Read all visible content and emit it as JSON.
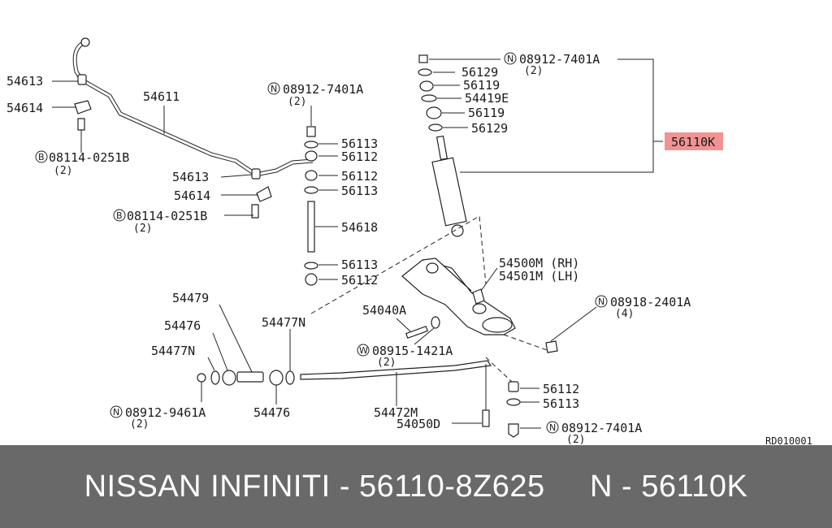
{
  "diagram": {
    "labels": {
      "l_54613_a": "54613",
      "l_54614_a": "54614",
      "l_08114_a": "08114-0251B",
      "l_08114_a_qty": "(2)",
      "l_54611": "54611",
      "l_54613_b": "54613",
      "l_54614_b": "54614",
      "l_08114_b": "08114-0251B",
      "l_08114_b_qty": "(2)",
      "l_08912_a": "08912-7401A",
      "l_08912_a_qty": "(2)",
      "l_56113_a": "56113",
      "l_56112_a": "56112",
      "l_56112_b": "56112",
      "l_56113_b": "56113",
      "l_54618": "54618",
      "l_56113_c": "56113",
      "l_56112_c": "56112",
      "l_08912_b": "08912-7401A",
      "l_08912_b_qty": "(2)",
      "l_56129_a": "56129",
      "l_56119_a": "56119",
      "l_54419e": "54419E",
      "l_56119_b": "56119",
      "l_56129_b": "56129",
      "l_56110k": "56110K",
      "l_54500m": "54500M (RH)",
      "l_54501m": "54501M (LH)",
      "l_08918": "08918-2401A",
      "l_08918_qty": "(4)",
      "l_54040a": "54040A",
      "l_08915": "08915-1421A",
      "l_08915_qty": "(2)",
      "l_54479": "54479",
      "l_54476_a": "54476",
      "l_54477n_a": "54477N",
      "l_54477n_b": "54477N",
      "l_08912_c": "08912-9461A",
      "l_08912_c_qty": "(2)",
      "l_54476_b": "54476",
      "l_54472m": "54472M",
      "l_54050d": "54050D",
      "l_56112_d": "56112",
      "l_56113_d": "56113",
      "l_08912_d": "08912-7401A",
      "l_08912_d_qty": "(2)",
      "ref_code": "RD010001",
      "pfx_n": "N",
      "pfx_b": "B",
      "pfx_w": "W"
    },
    "highlight_color": "#f08080"
  },
  "footer": {
    "text": "NISSAN INFINITI - 56110-8Z625     N - 56110K",
    "background": "#696969",
    "color": "#ffffff"
  }
}
